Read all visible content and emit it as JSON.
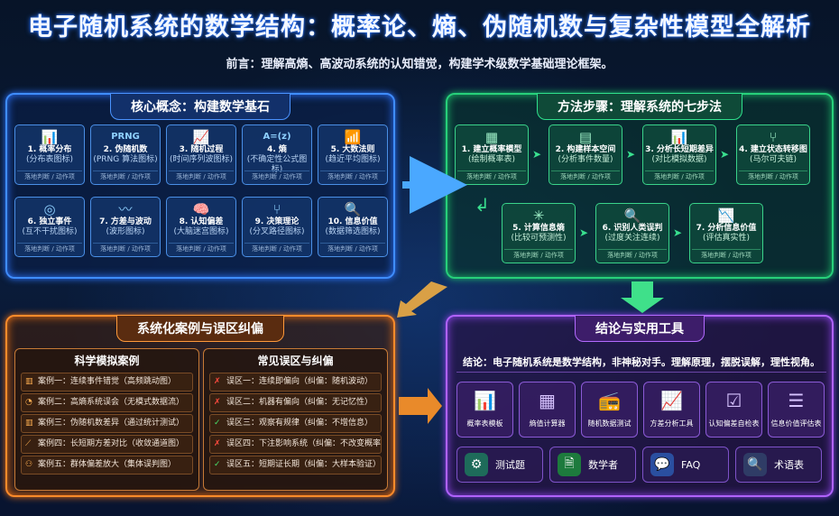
{
  "header": {
    "title": "电子随机系统的数学结构：概率论、熵、伪随机数与复杂性模型全解析",
    "subtitle": "前言：理解高熵、高波动系统的认知错觉，构建学术级数学基础理论框架。"
  },
  "core": {
    "title": "核心概念：构建数学基石",
    "items": [
      {
        "label": "1. 概率分布",
        "sub": "(分布表图标)",
        "tag": "落地判断 / 动作项",
        "icon": "📊"
      },
      {
        "label": "2. 伪随机数",
        "sub": "(PRNG 算法图标)",
        "tag": "落地判断 / 动作项",
        "icon": "PRNG"
      },
      {
        "label": "3. 随机过程",
        "sub": "(时间序列波图标)",
        "tag": "落地判断 / 动作项",
        "icon": "📈"
      },
      {
        "label": "4. 熵",
        "sub": "(不确定性公式图标)",
        "tag": "落地判断 / 动作项",
        "icon": "A=(z)"
      },
      {
        "label": "5. 大数法则",
        "sub": "(趋近平均图标)",
        "tag": "落地判断 / 动作项",
        "icon": "📶"
      },
      {
        "label": "6. 独立事件",
        "sub": "(互不干扰图标)",
        "tag": "落地判断 / 动作项",
        "icon": "◎"
      },
      {
        "label": "7. 方差与波动",
        "sub": "(波形图标)",
        "tag": "落地判断 / 动作项",
        "icon": "〰"
      },
      {
        "label": "8. 认知偏差",
        "sub": "(大脑迷宫图标)",
        "tag": "落地判断 / 动作项",
        "icon": "🧠"
      },
      {
        "label": "9. 决策理论",
        "sub": "(分叉路径图标)",
        "tag": "落地判断 / 动作项",
        "icon": "⑂"
      },
      {
        "label": "10. 信息价值",
        "sub": "(数据筛选图标)",
        "tag": "落地判断 / 动作项",
        "icon": "🔍"
      }
    ]
  },
  "method": {
    "title": "方法步骤：理解系统的七步法",
    "steps": [
      {
        "label": "1. 建立概率模型",
        "sub": "(绘制概率表)",
        "tag": "落地判断 / 动作项",
        "icon": "▦"
      },
      {
        "label": "2. 构建样本空间",
        "sub": "(分析事件数量)",
        "tag": "落地判断 / 动作项",
        "icon": "▤"
      },
      {
        "label": "3. 分析长短期差异",
        "sub": "(对比模拟数据)",
        "tag": "落地判断 / 动作项",
        "icon": "📊"
      },
      {
        "label": "4. 建立状态转移图",
        "sub": "(马尔可夫链)",
        "tag": "落地判断 / 动作项",
        "icon": "⑂"
      },
      {
        "label": "5. 计算信息熵",
        "sub": "(比较可预测性)",
        "tag": "落地判断 / 动作项",
        "icon": "✳"
      },
      {
        "label": "6. 识别人类误判",
        "sub": "(过度关注连续)",
        "tag": "落地判断 / 动作项",
        "icon": "🔍"
      },
      {
        "label": "7. 分析信息价值",
        "sub": "(评估真实性)",
        "tag": "落地判断 / 动作项",
        "icon": "📉"
      }
    ]
  },
  "cases": {
    "title": "系统化案例与误区纠偏",
    "sim_title": "科学模拟案例",
    "sim": [
      {
        "text": "案例一：连续事件错觉（高频跳动图）",
        "icon": "▥"
      },
      {
        "text": "案例二：高熵系统误会（无模式数据流）",
        "icon": "◔"
      },
      {
        "text": "案例三：伪随机数差异（通过统计测试）",
        "icon": "▥"
      },
      {
        "text": "案例四：长短期方差对比（收敛通道图）",
        "icon": "⟋"
      },
      {
        "text": "案例五：群体偏差放大（集体误判图）",
        "icon": "⚇"
      }
    ],
    "err_title": "常见误区与纠偏",
    "errors": [
      {
        "text": "误区一：连续即偏向（纠偏：随机波动）",
        "mark": "✗",
        "ok": false
      },
      {
        "text": "误区二：机器有偏向（纠偏：无记忆性）",
        "mark": "✗",
        "ok": false
      },
      {
        "text": "误区三：观察有规律（纠偏：不增信息）",
        "mark": "✓",
        "ok": true
      },
      {
        "text": "误区四：下注影响系统（纠偏：不改变概率）",
        "mark": "✗",
        "ok": false
      },
      {
        "text": "误区五：短期证长期（纠偏：大样本验证）",
        "mark": "✓",
        "ok": true
      }
    ]
  },
  "conclusion": {
    "title": "结论与实用工具",
    "text": "结论：电子随机系统是数学结构，非神秘对手。理解原理，摆脱误解，理性视角。",
    "tools": [
      {
        "label": "概率表模板",
        "icon": "📊"
      },
      {
        "label": "熵值计算器",
        "icon": "▦"
      },
      {
        "label": "随机数据测试",
        "icon": "📻"
      },
      {
        "label": "方差分析工具",
        "icon": "📈"
      },
      {
        "label": "认知偏差自检表",
        "icon": "☑"
      },
      {
        "label": "信息价值评估表",
        "icon": "☰"
      }
    ],
    "buttons": [
      {
        "label": "测试题",
        "icon": "⚙"
      },
      {
        "label": "数学者",
        "icon": "🗎"
      },
      {
        "label": "FAQ",
        "icon": "💬"
      },
      {
        "label": "术语表",
        "icon": "🔍"
      }
    ]
  }
}
